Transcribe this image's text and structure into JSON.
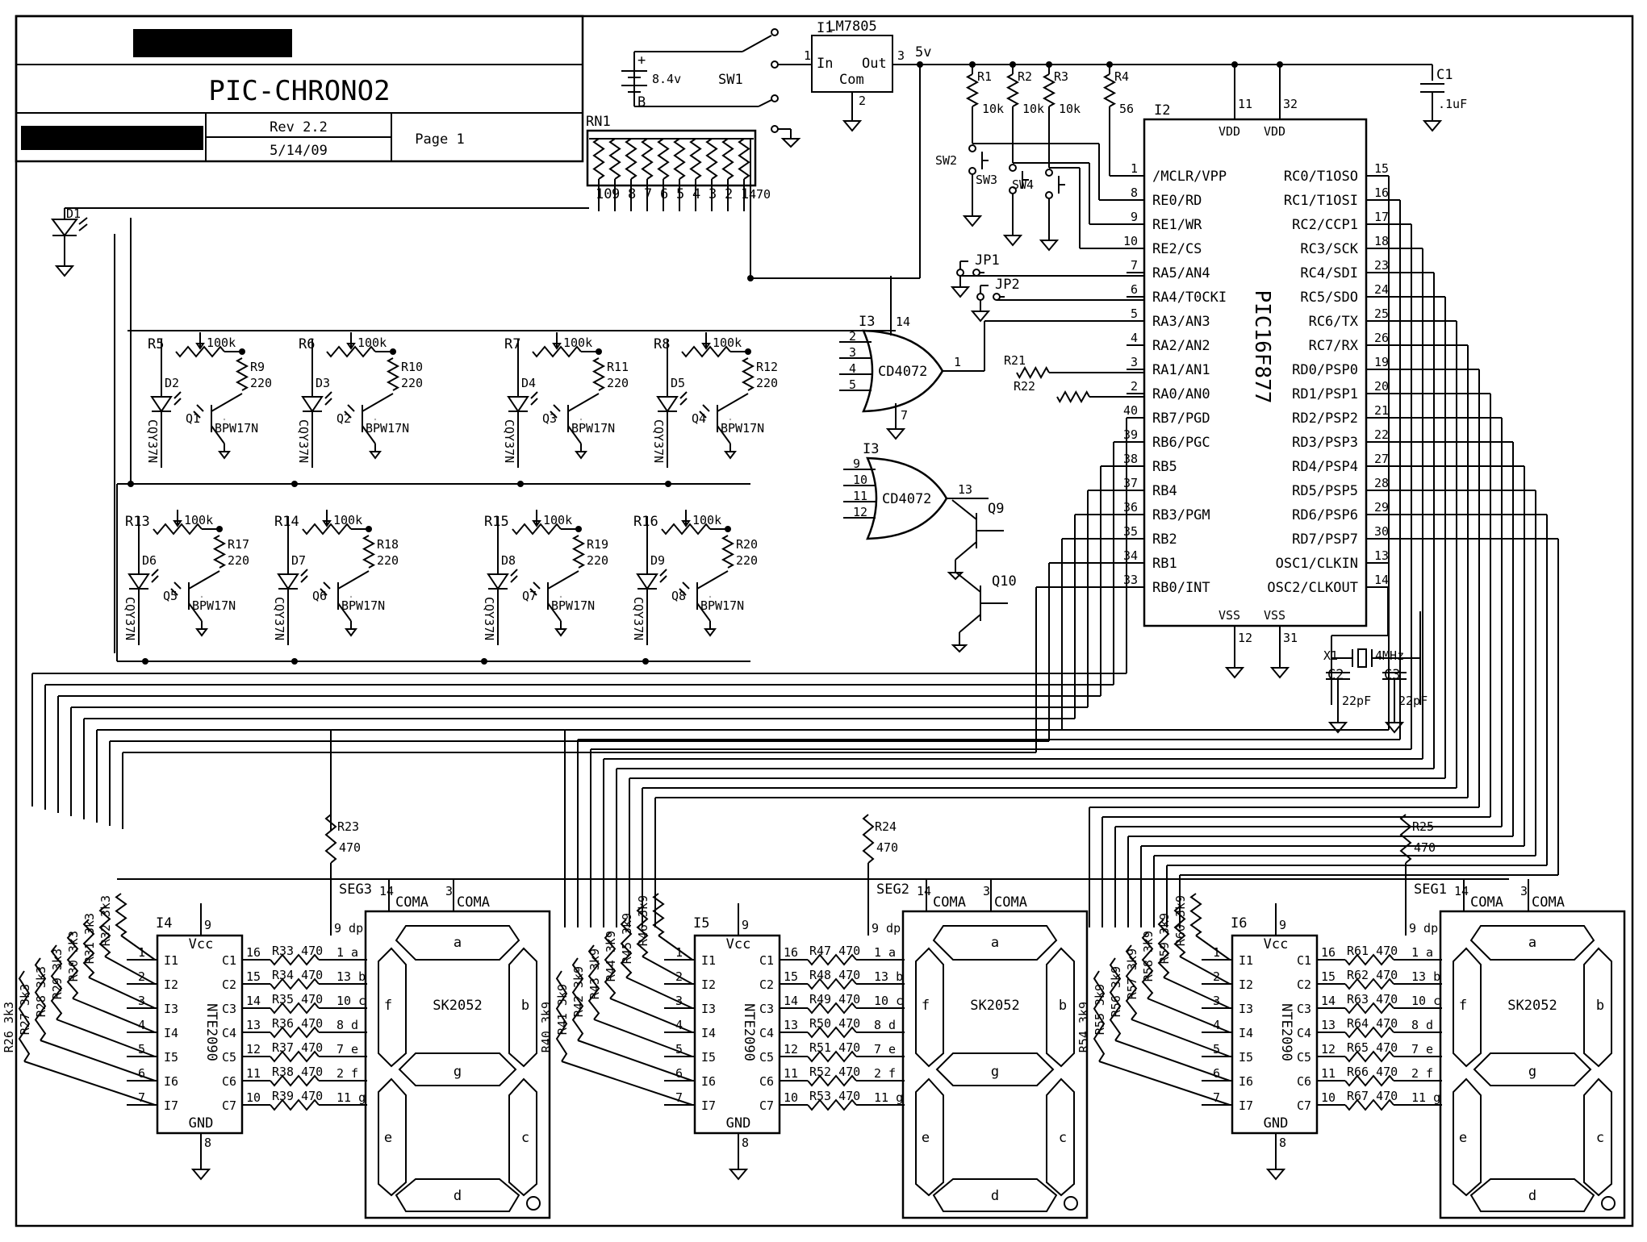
{
  "title_block": {
    "title": "PIC-CHRONO2",
    "revision": "Rev 2.2",
    "date": "5/14/09",
    "page": "Page 1"
  },
  "power": {
    "battery_label": "8.4v",
    "battery_plus": "+",
    "battery_minus": "B",
    "switch": "SW1",
    "regulator_ref": "I1",
    "regulator_part": "LM7805",
    "reg_in": "In",
    "reg_out": "Out",
    "reg_com": "Com",
    "reg_pin_in": "1",
    "reg_pin_out": "3",
    "reg_pin_com": "2",
    "rail": "5v",
    "cap": "C1",
    "cap_value": ".1uF"
  },
  "mcu": {
    "ref": "I2",
    "part": "PIC16F877",
    "top_pins": [
      {
        "num": "11",
        "name": "VDD"
      },
      {
        "num": "32",
        "name": "VDD"
      }
    ],
    "bottom_pins": [
      {
        "num": "12",
        "name": "VSS"
      },
      {
        "num": "31",
        "name": "VSS"
      }
    ],
    "left_pins": [
      {
        "num": "1",
        "name": "/MCLR/VPP"
      },
      {
        "num": "8",
        "name": "RE0/RD"
      },
      {
        "num": "9",
        "name": "RE1/WR"
      },
      {
        "num": "10",
        "name": "RE2/CS"
      },
      {
        "num": "7",
        "name": "RA5/AN4"
      },
      {
        "num": "6",
        "name": "RA4/T0CKI"
      },
      {
        "num": "5",
        "name": "RA3/AN3"
      },
      {
        "num": "4",
        "name": "RA2/AN2"
      },
      {
        "num": "3",
        "name": "RA1/AN1"
      },
      {
        "num": "2",
        "name": "RA0/AN0"
      },
      {
        "num": "40",
        "name": "RB7/PGD"
      },
      {
        "num": "39",
        "name": "RB6/PGC"
      },
      {
        "num": "38",
        "name": "RB5"
      },
      {
        "num": "37",
        "name": "RB4"
      },
      {
        "num": "36",
        "name": "RB3/PGM"
      },
      {
        "num": "35",
        "name": "RB2"
      },
      {
        "num": "34",
        "name": "RB1"
      },
      {
        "num": "33",
        "name": "RB0/INT"
      }
    ],
    "right_pins": [
      {
        "num": "15",
        "name": "RC0/T1OSO"
      },
      {
        "num": "16",
        "name": "RC1/T1OSI"
      },
      {
        "num": "17",
        "name": "RC2/CCP1"
      },
      {
        "num": "18",
        "name": "RC3/SCK"
      },
      {
        "num": "23",
        "name": "RC4/SDI"
      },
      {
        "num": "24",
        "name": "RC5/SDO"
      },
      {
        "num": "25",
        "name": "RC6/TX"
      },
      {
        "num": "26",
        "name": "RC7/RX"
      },
      {
        "num": "19",
        "name": "RD0/PSP0"
      },
      {
        "num": "20",
        "name": "RD1/PSP1"
      },
      {
        "num": "21",
        "name": "RD2/PSP2"
      },
      {
        "num": "22",
        "name": "RD3/PSP3"
      },
      {
        "num": "27",
        "name": "RD4/PSP4"
      },
      {
        "num": "28",
        "name": "RD5/PSP5"
      },
      {
        "num": "29",
        "name": "RD6/PSP6"
      },
      {
        "num": "30",
        "name": "RD7/PSP7"
      },
      {
        "num": "13",
        "name": "OSC1/CLKIN"
      },
      {
        "num": "14",
        "name": "OSC2/CLKOUT"
      }
    ]
  },
  "pullups": [
    {
      "ref": "R1",
      "value": "10k"
    },
    {
      "ref": "R2",
      "value": "10k"
    },
    {
      "ref": "R3",
      "value": "10k"
    },
    {
      "ref": "R4",
      "value": "56"
    }
  ],
  "buttons": [
    "SW2",
    "SW3",
    "SW4"
  ],
  "jumpers": [
    "JP1",
    "JP2"
  ],
  "resnet": {
    "ref": "RN1",
    "value": "470",
    "pins": [
      "10",
      "9",
      "8",
      "7",
      "6",
      "5",
      "4",
      "3",
      "2",
      "1"
    ]
  },
  "led_d1": "D1",
  "gates": [
    {
      "ref": "I3",
      "part": "CD4072",
      "out_pin": "1",
      "in_pins": [
        "2",
        "3",
        "4",
        "5"
      ],
      "pwr_pin": "14",
      "gnd_pin": "7"
    },
    {
      "ref": "I3",
      "part": "CD4072",
      "out_pin": "13",
      "in_pins": [
        "9",
        "10",
        "11",
        "12"
      ]
    }
  ],
  "gate_resistors": [
    "R21",
    "R22"
  ],
  "transistors_out": [
    "Q9",
    "Q10"
  ],
  "crystal": {
    "ref": "X1",
    "freq": "4MHz",
    "caps": [
      {
        "ref": "C2",
        "value": "22pF"
      },
      {
        "ref": "C3",
        "value": "22pF"
      }
    ]
  },
  "sensors": [
    {
      "pot": "R5",
      "pot_value": "100k",
      "res": "R9",
      "res_value": "220",
      "led": "D2",
      "led_part": "CQY37N",
      "q": "Q1",
      "q_part": "BPW17N"
    },
    {
      "pot": "R6",
      "pot_value": "100k",
      "res": "R10",
      "res_value": "220",
      "led": "D3",
      "led_part": "CQY37N",
      "q": "Q2",
      "q_part": "BPW17N"
    },
    {
      "pot": "R7",
      "pot_value": "100k",
      "res": "R11",
      "res_value": "220",
      "led": "D4",
      "led_part": "CQY37N",
      "q": "Q3",
      "q_part": "BPW17N"
    },
    {
      "pot": "R8",
      "pot_value": "100k",
      "res": "R12",
      "res_value": "220",
      "led": "D5",
      "led_part": "CQY37N",
      "q": "Q4",
      "q_part": "BPW17N"
    },
    {
      "pot": "R13",
      "pot_value": "100k",
      "res": "R17",
      "res_value": "220",
      "led": "D6",
      "led_part": "CQY37N",
      "q": "Q5",
      "q_part": "BPW17N"
    },
    {
      "pot": "R14",
      "pot_value": "100k",
      "res": "R18",
      "res_value": "220",
      "led": "D7",
      "led_part": "CQY37N",
      "q": "Q6",
      "q_part": "BPW17N"
    },
    {
      "pot": "R15",
      "pot_value": "100k",
      "res": "R19",
      "res_value": "220",
      "led": "D8",
      "led_part": "CQY37N",
      "q": "Q7",
      "q_part": "BPW17N"
    },
    {
      "pot": "R16",
      "pot_value": "100k",
      "res": "R20",
      "res_value": "220",
      "led": "D9",
      "led_part": "CQY37N",
      "q": "Q8",
      "q_part": "BPW17N"
    }
  ],
  "displays": [
    {
      "driver": "I4",
      "driver_part": "NTE2090",
      "vcc": "Vcc",
      "gnd": "GND",
      "vcc_pin": "9",
      "gnd_pin": "8",
      "dp_res": "R23",
      "dp_res_value": "470",
      "seg": "SEG3",
      "seg_pins": [
        "14",
        "3"
      ],
      "coma": "COMA",
      "display_part": "SK2052",
      "dp_label": "9 dp",
      "in_res": [
        {
          "ref": "R32",
          "value": "3k3"
        },
        {
          "ref": "R31",
          "value": "3k3"
        },
        {
          "ref": "R30",
          "value": "3k3"
        },
        {
          "ref": "R29",
          "value": "3k3"
        },
        {
          "ref": "R28",
          "value": "3k3"
        },
        {
          "ref": "R27",
          "value": "3k3"
        },
        {
          "ref": "R26",
          "value": "3k3"
        }
      ],
      "out_res": [
        {
          "ref": "R33",
          "value": "470"
        },
        {
          "ref": "R34",
          "value": "470"
        },
        {
          "ref": "R35",
          "value": "470"
        },
        {
          "ref": "R36",
          "value": "470"
        },
        {
          "ref": "R37",
          "value": "470"
        },
        {
          "ref": "R38",
          "value": "470"
        },
        {
          "ref": "R39",
          "value": "470"
        }
      ]
    },
    {
      "driver": "I5",
      "driver_part": "NTE2090",
      "vcc": "Vcc",
      "gnd": "GND",
      "vcc_pin": "9",
      "gnd_pin": "8",
      "dp_res": "R24",
      "dp_res_value": "470",
      "seg": "SEG2",
      "seg_pins": [
        "14",
        "3"
      ],
      "coma": "COMA",
      "display_part": "SK2052",
      "dp_label": "9 dp",
      "in_res": [
        {
          "ref": "R46",
          "value": "3k9"
        },
        {
          "ref": "R45",
          "value": "3k9"
        },
        {
          "ref": "R44",
          "value": "3k9"
        },
        {
          "ref": "R43",
          "value": "3k9"
        },
        {
          "ref": "R42",
          "value": "3k9"
        },
        {
          "ref": "R41",
          "value": "3k9"
        },
        {
          "ref": "R40",
          "value": "3k9"
        }
      ],
      "out_res": [
        {
          "ref": "R47",
          "value": "470"
        },
        {
          "ref": "R48",
          "value": "470"
        },
        {
          "ref": "R49",
          "value": "470"
        },
        {
          "ref": "R50",
          "value": "470"
        },
        {
          "ref": "R51",
          "value": "470"
        },
        {
          "ref": "R52",
          "value": "470"
        },
        {
          "ref": "R53",
          "value": "470"
        }
      ]
    },
    {
      "driver": "I6",
      "driver_part": "NTE2090",
      "vcc": "Vcc",
      "gnd": "GND",
      "vcc_pin": "9",
      "gnd_pin": "8",
      "dp_res": "R25",
      "dp_res_value": "470",
      "seg": "SEG1",
      "seg_pins": [
        "14",
        "3"
      ],
      "coma": "COMA",
      "display_part": "SK2052",
      "dp_label": "9 dp",
      "in_res": [
        {
          "ref": "R60",
          "value": "3k9"
        },
        {
          "ref": "R59",
          "value": "3k9"
        },
        {
          "ref": "R58",
          "value": "3k9"
        },
        {
          "ref": "R57",
          "value": "3k9"
        },
        {
          "ref": "R56",
          "value": "3k9"
        },
        {
          "ref": "R55",
          "value": "3k9"
        },
        {
          "ref": "R54",
          "value": "3k9"
        }
      ],
      "out_res": [
        {
          "ref": "R61",
          "value": "470"
        },
        {
          "ref": "R62",
          "value": "470"
        },
        {
          "ref": "R63",
          "value": "470"
        },
        {
          "ref": "R64",
          "value": "470"
        },
        {
          "ref": "R65",
          "value": "470"
        },
        {
          "ref": "R66",
          "value": "470"
        },
        {
          "ref": "R67",
          "value": "470"
        }
      ]
    }
  ],
  "driver_inputs": [
    "I1",
    "I2",
    "I3",
    "I4",
    "I5",
    "I6",
    "I7"
  ],
  "driver_in_pins": [
    "1",
    "2",
    "3",
    "4",
    "5",
    "6",
    "7"
  ],
  "driver_outputs": [
    "C1",
    "C2",
    "C3",
    "C4",
    "C5",
    "C6",
    "C7"
  ],
  "driver_out_pins": [
    "16",
    "15",
    "14",
    "13",
    "12",
    "11",
    "10"
  ],
  "display_pins": [
    "1",
    "13",
    "10",
    "8",
    "7",
    "2",
    "11"
  ],
  "segment_letters": [
    "a",
    "b",
    "c",
    "d",
    "e",
    "f",
    "g"
  ]
}
